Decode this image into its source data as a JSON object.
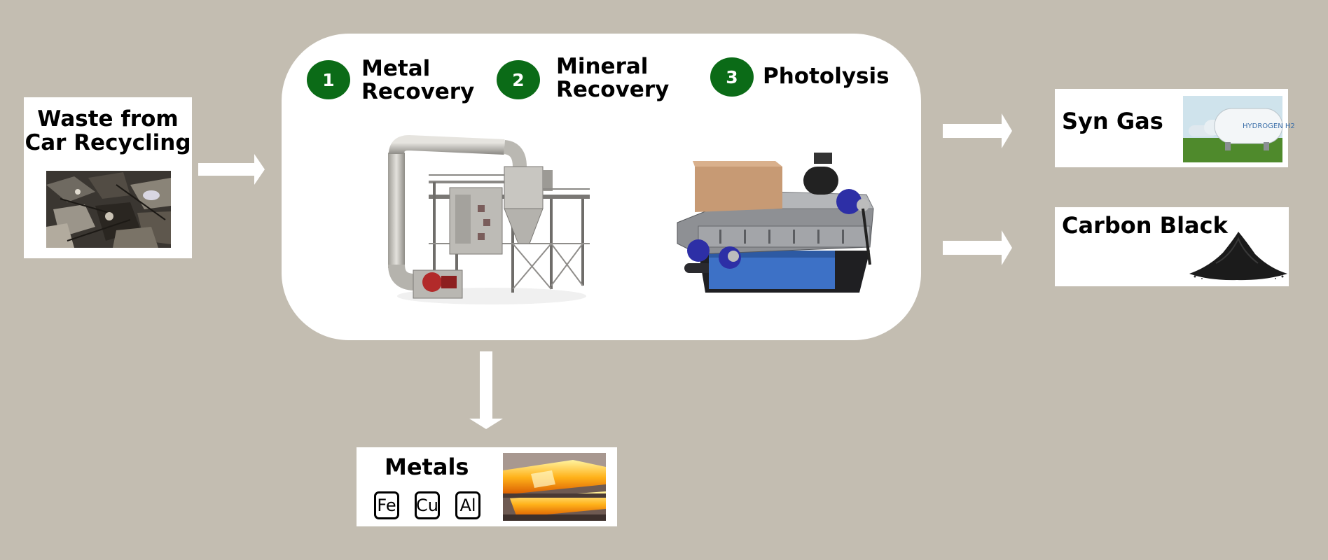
{
  "input": {
    "title_line1": "Waste from",
    "title_line2": "Car Recycling"
  },
  "process": {
    "steps": [
      {
        "number": "1",
        "line1": "Metal",
        "line2": "Recovery"
      },
      {
        "number": "2",
        "line1": "Mineral",
        "line2": "Recovery"
      },
      {
        "number": "3",
        "line1": "Photolysis"
      }
    ]
  },
  "outputs": {
    "syngas": {
      "label": "Syn Gas",
      "tank_text": "HYDROGEN H2"
    },
    "carbon_black": {
      "label": "Carbon Black"
    },
    "metals": {
      "label": "Metals",
      "elements": [
        "Fe",
        "Cu",
        "Al"
      ]
    }
  },
  "colors": {
    "background": "#c3bdb1",
    "badge": "#0b6b17",
    "arrow": "#ffffff",
    "box": "#ffffff"
  }
}
